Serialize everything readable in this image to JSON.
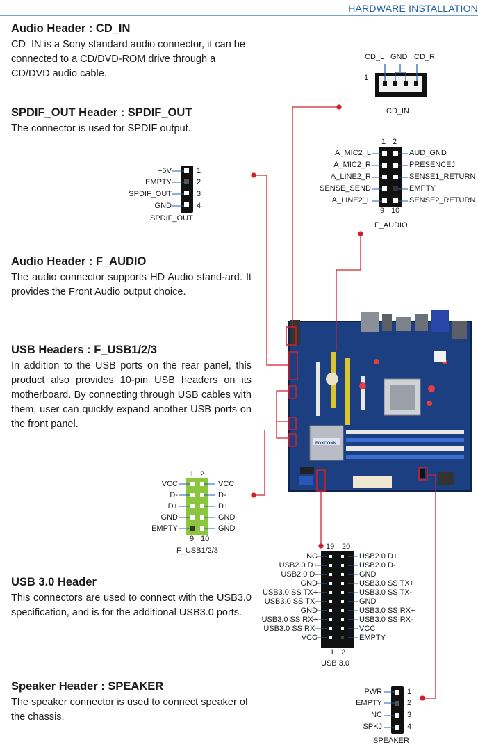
{
  "header": {
    "title": "HARDWARE INSTALLATION"
  },
  "sections": {
    "cd_in": {
      "title": "Audio Header : CD_IN",
      "body": "CD_IN is a Sony standard audio connector, it can be connected to a CD/DVD-ROM drive through a CD/DVD audio cable."
    },
    "spdif": {
      "title": "SPDIF_OUT Header : SPDIF_OUT",
      "body": "The connector is used for SPDIF output."
    },
    "f_audio": {
      "title": "Audio Header : F_AUDIO",
      "body": "The audio connector supports HD Audio stand-ard. It provides the Front Audio output choice."
    },
    "usb": {
      "title": "USB Headers : F_USB1/2/3",
      "body": "In addition to the USB ports on the rear panel, this product also provides 10-pin USB headers on its motherboard. By connecting through USB cables with them, user can quickly expand another USB ports on the front panel."
    },
    "usb3": {
      "title": "USB 3.0 Header",
      "body": "This connectors are used to connect with the USB3.0 specification, and is for the additional USB3.0 ports."
    },
    "speaker": {
      "title": "Speaker Header : SPEAKER",
      "body": "The speaker connector is used to connect speaker of the chassis."
    }
  },
  "cd_in_diagram": {
    "labels": [
      "CD_L",
      "GND",
      "CD_R"
    ],
    "pin_one": "1",
    "name": "CD_IN"
  },
  "spdif_diagram": {
    "signals": [
      "+5V",
      "EMPTY",
      "SPDIF_OUT",
      "GND"
    ],
    "pins": [
      "1",
      "2",
      "3",
      "4"
    ],
    "name": "SPDIF_OUT"
  },
  "f_audio_diagram": {
    "top_pins": [
      "1",
      "2"
    ],
    "bottom_pins": [
      "9",
      "10"
    ],
    "left": [
      "A_MIC2_L",
      "A_MIC2_R",
      "A_LINE2_R",
      "SENSE_SEND",
      "A_LINE2_L"
    ],
    "right": [
      "AUD_GND",
      "PRESENCEJ",
      "SENSE1_RETURN",
      "EMPTY",
      "SENSE2_RETURN"
    ],
    "name": "F_AUDIO"
  },
  "usb_diagram": {
    "top_pins": [
      "1",
      "2"
    ],
    "bottom_pins": [
      "9",
      "10"
    ],
    "left": [
      "VCC",
      "D-",
      "D+",
      "GND",
      "EMPTY"
    ],
    "right": [
      "VCC",
      "D-",
      "D+",
      "GND",
      "GND"
    ],
    "name": "F_USB1/2/3"
  },
  "usb3_diagram": {
    "top_pins": [
      "19",
      "20"
    ],
    "bottom_pins": [
      "1",
      "2"
    ],
    "left": [
      "NC",
      "USB2.0 D+",
      "USB2.0 D-",
      "GND",
      "USB3.0 SS TX+",
      "USB3.0 SS TX-",
      "GND",
      "USB3.0 SS RX+",
      "USB3.0 SS RX-",
      "VCC"
    ],
    "right": [
      "USB2.0 D+",
      "USB2.0 D-",
      "GND",
      "USB3.0 SS TX+",
      "USB3.0 SS TX-",
      "GND",
      "USB3.0 SS RX+",
      "USB3.0 SS RX-",
      "VCC",
      "EMPTY"
    ],
    "name": "USB 3.0"
  },
  "speaker_diagram": {
    "signals": [
      "PWR",
      "EMPTY",
      "NC",
      "SPKJ"
    ],
    "pins": [
      "1",
      "2",
      "3",
      "4"
    ],
    "name": "SPEAKER"
  },
  "motherboard": {
    "brand": "FOXCONN"
  },
  "colors": {
    "pointer": "#d0202a",
    "header_blue": "#1f5fa8",
    "usb_green": "#8cc63f",
    "board_blue": "#1c3f82"
  }
}
